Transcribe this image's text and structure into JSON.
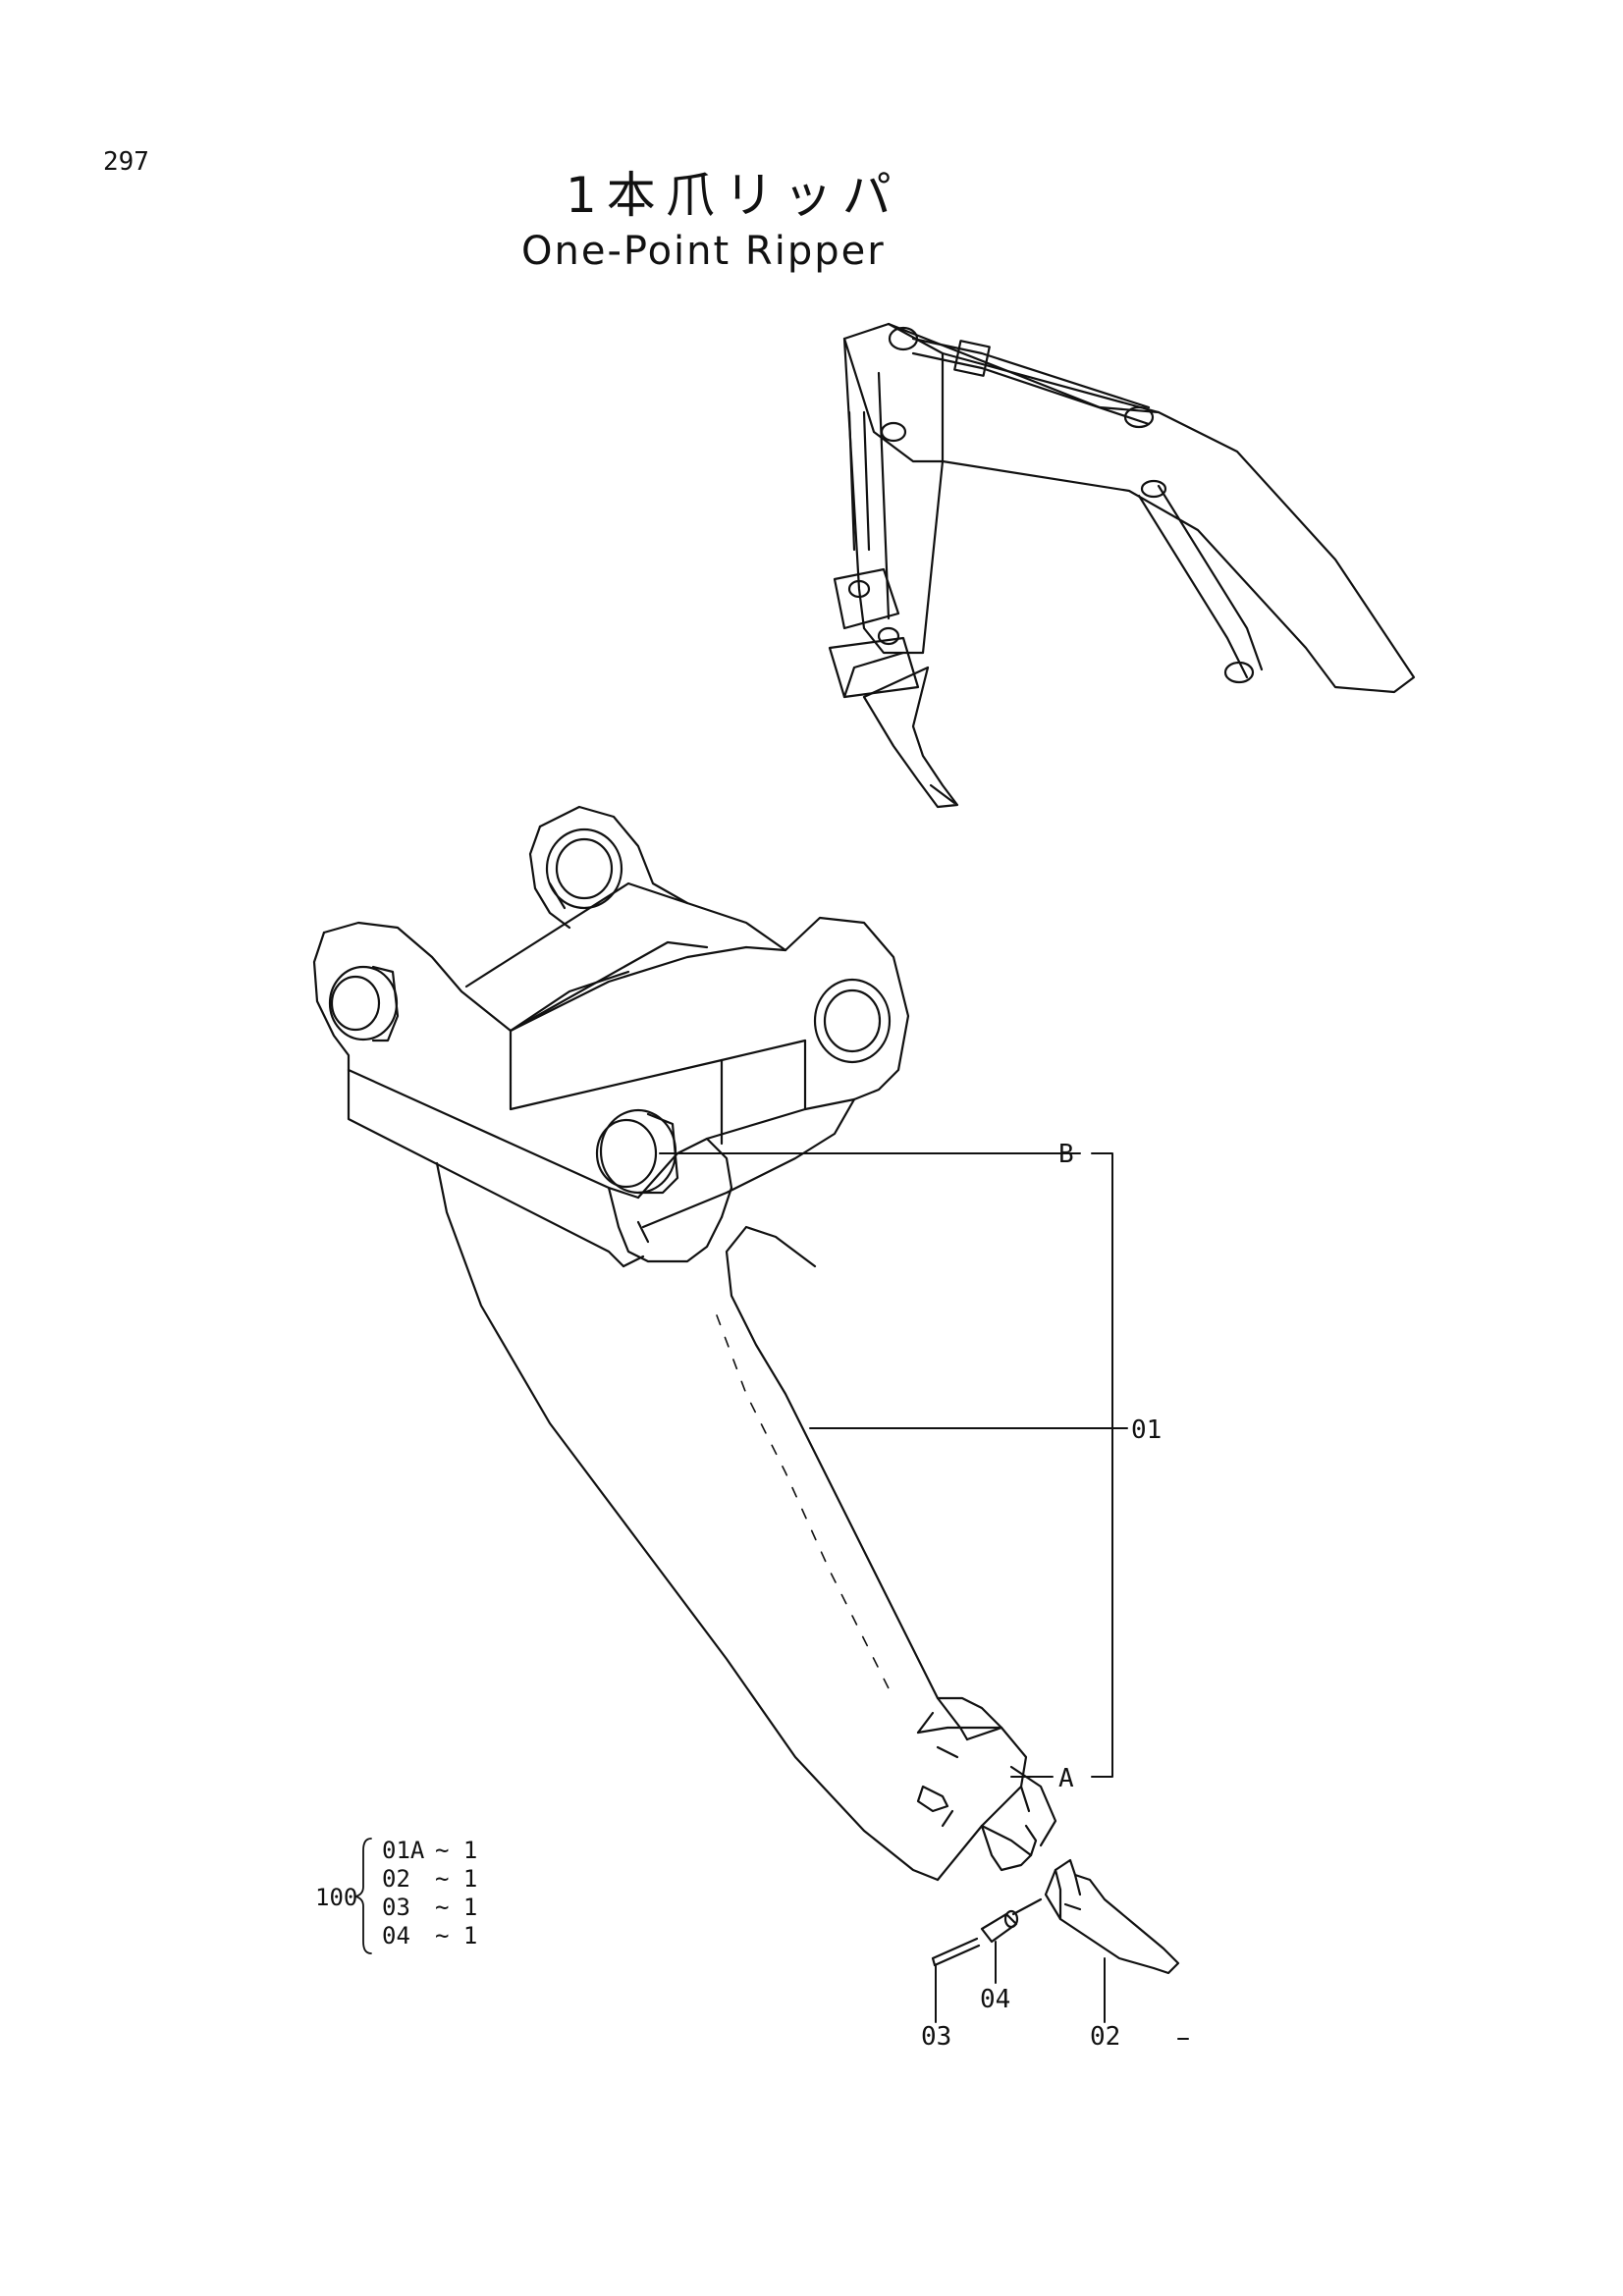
{
  "page": {
    "number": "297"
  },
  "title": {
    "japanese": "1本爪リッパ",
    "english": "One-Point Ripper"
  },
  "callouts": {
    "b": "B",
    "p01": "01",
    "a": "A",
    "p03": "03",
    "p04": "04",
    "p02": "02"
  },
  "kit": {
    "code": "100",
    "items": [
      {
        "part": "01A",
        "qty": "~ 1"
      },
      {
        "part": "02",
        "qty": "~ 1"
      },
      {
        "part": "03",
        "qty": "~ 1"
      },
      {
        "part": "04",
        "qty": "~ 1"
      }
    ]
  }
}
